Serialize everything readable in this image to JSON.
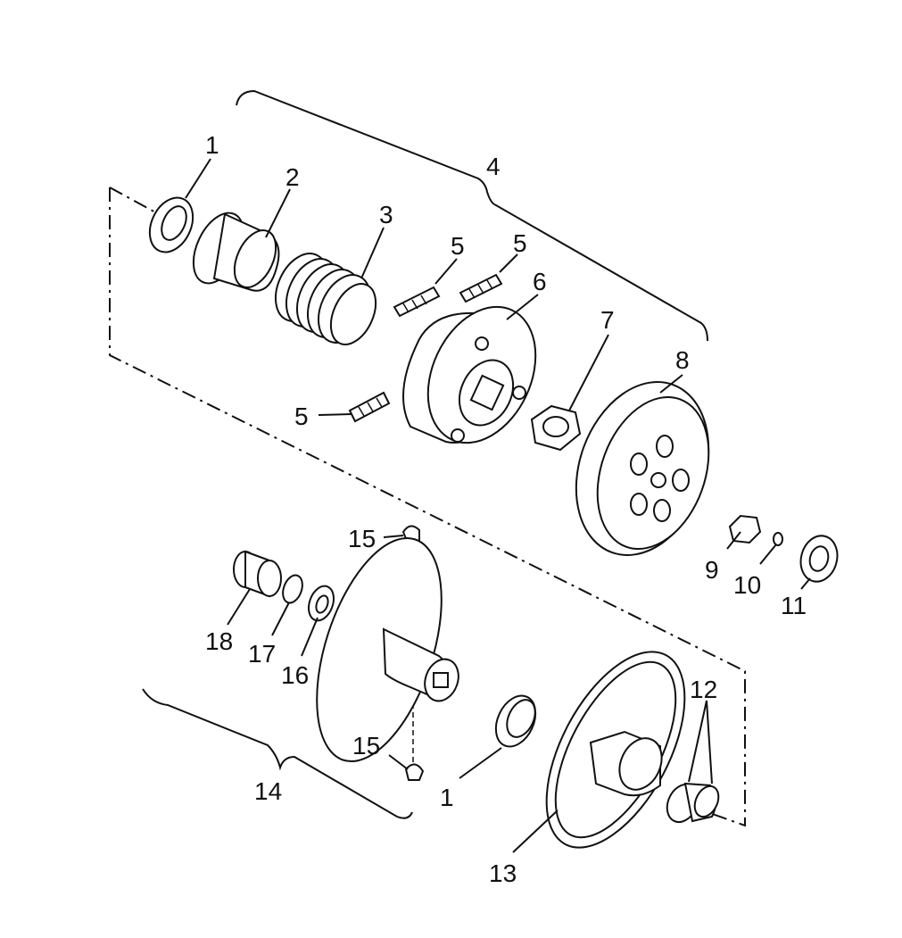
{
  "labels": {
    "l1a": "1",
    "l2": "2",
    "l3": "3",
    "l4": "4",
    "l5a": "5",
    "l5b": "5",
    "l5c": "5",
    "l6": "6",
    "l7": "7",
    "l8": "8",
    "l9": "9",
    "l10": "10",
    "l11": "11",
    "l12": "12",
    "l13": "13",
    "l14": "14",
    "l15a": "15",
    "l15b": "15",
    "l16": "16",
    "l17": "17",
    "l18": "18",
    "l1b": "1"
  }
}
